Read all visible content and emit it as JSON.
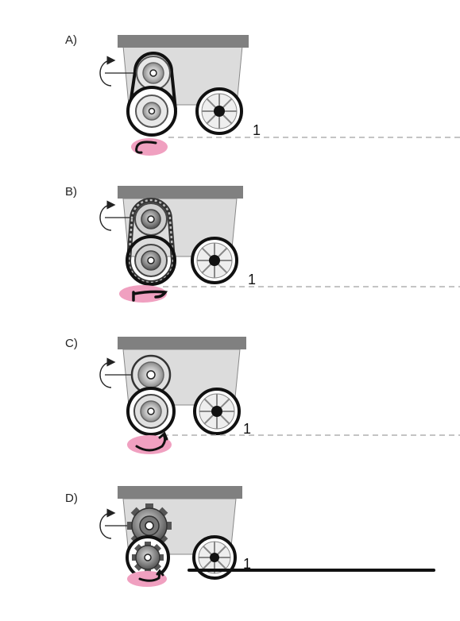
{
  "options": [
    {
      "letter": "A)",
      "mechanism": "belt-pulleys",
      "position_mark": "1",
      "rotation": "counterclockwise"
    },
    {
      "letter": "B)",
      "mechanism": "chain-sprockets",
      "position_mark": "1",
      "rotation": "counterclockwise"
    },
    {
      "letter": "C)",
      "mechanism": "friction-wheels",
      "position_mark": "1",
      "rotation": "counterclockwise"
    },
    {
      "letter": "D)",
      "mechanism": "gears",
      "position_mark": "1",
      "rotation": "counterclockwise"
    }
  ],
  "colors": {
    "cart_body": "#dcdcdc",
    "cart_top": "#808080",
    "wheel_outline": "#111111",
    "highlight": "#f0a0c0",
    "dashed_line": "#b0b0b0",
    "solid_line": "#111111"
  }
}
